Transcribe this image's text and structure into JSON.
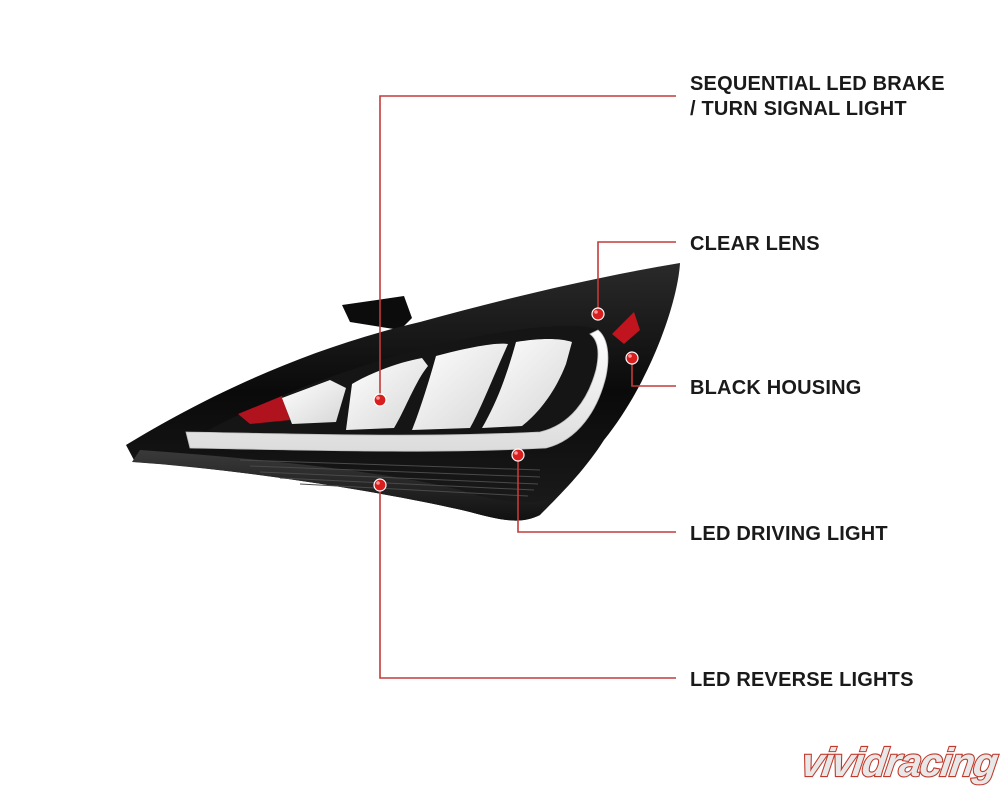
{
  "callouts": {
    "sequential": {
      "line1": "SEQUENTIAL LED BRAKE",
      "line2": "/ TURN SIGNAL LIGHT"
    },
    "clear_lens": {
      "label": "CLEAR LENS"
    },
    "black_housing": {
      "label": "BLACK HOUSING"
    },
    "led_driving": {
      "label": "LED DRIVING LIGHT"
    },
    "led_reverse": {
      "label": "LED REVERSE LIGHTS"
    }
  },
  "logo": {
    "text": "vividracing",
    "fill_color": "#e8e8e8",
    "outline_color": "#c0392b"
  },
  "colors": {
    "leader_line": "#c43a3a",
    "marker_dot": "#d81e1e",
    "housing": "#0d0d0d",
    "lens_white": "#f4f4f4",
    "accent_red": "#b0121e"
  }
}
